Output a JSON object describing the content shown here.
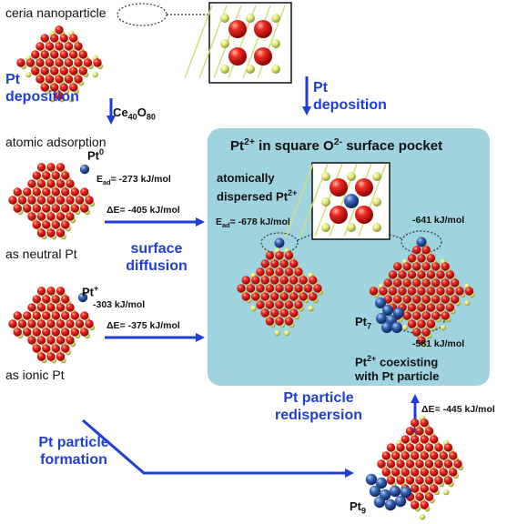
{
  "labels": {
    "ceria_nanoparticle": "ceria nanoparticle",
    "ceria_formula": {
      "base1": "Ce",
      "sub1": "40",
      "base2": "O",
      "sub2": "80"
    },
    "pt_deposition_left": [
      "Pt",
      "deposition"
    ],
    "pt_deposition_right": [
      "Pt",
      "deposition"
    ],
    "atomic_adsorption": "atomic adsorption",
    "pt0": {
      "base": "Pt",
      "sup": "0"
    },
    "ead_neutral": {
      "base": "E",
      "sub": "ad",
      "rest": "= -273 kJ/mol"
    },
    "de_neutral": "ΔE= -405 kJ/mol",
    "as_neutral_pt": "as neutral Pt",
    "surface_diffusion": [
      "surface",
      "diffusion"
    ],
    "pt_plus": {
      "base": "Pt",
      "sup": "+"
    },
    "ead_ionic": "-303 kJ/mol",
    "de_ionic": "ΔE= -375 kJ/mol",
    "as_ionic_pt": "as ionic Pt",
    "box_title": {
      "a": "Pt",
      "a_sup": "2+",
      "b": " in square O",
      "b_sup": "2-",
      "c": " surface pocket"
    },
    "atomically_dispersed": {
      "line1": "atomically",
      "line2": "dispersed Pt",
      "sup": "2+"
    },
    "ead_box": {
      "base": "E",
      "sub": "ad",
      "rest": "= -678 kJ/mol"
    },
    "e_641": "-641 kJ/mol",
    "pt7": {
      "base": "Pt",
      "sub": "7"
    },
    "e_581": "-581 kJ/mol",
    "coexisting": {
      "line1a": "Pt",
      "sup": "2+",
      "line1b": " coexisting",
      "line2": "with Pt particle"
    },
    "redispersion": [
      "Pt particle",
      "redispersion"
    ],
    "de_redisp": "ΔE= -445 kJ/mol",
    "pt_particle_formation": [
      "Pt particle",
      "formation"
    ],
    "pt9": {
      "base": "Pt",
      "sub": "9"
    }
  },
  "colors": {
    "arrow_blue": "#1f3ed6",
    "box_fill": "#9fd3de",
    "oxygen_red": "#e01818",
    "cerium_yellow": "#e4ec8a",
    "platinum_blue": "#2e5fa8"
  }
}
